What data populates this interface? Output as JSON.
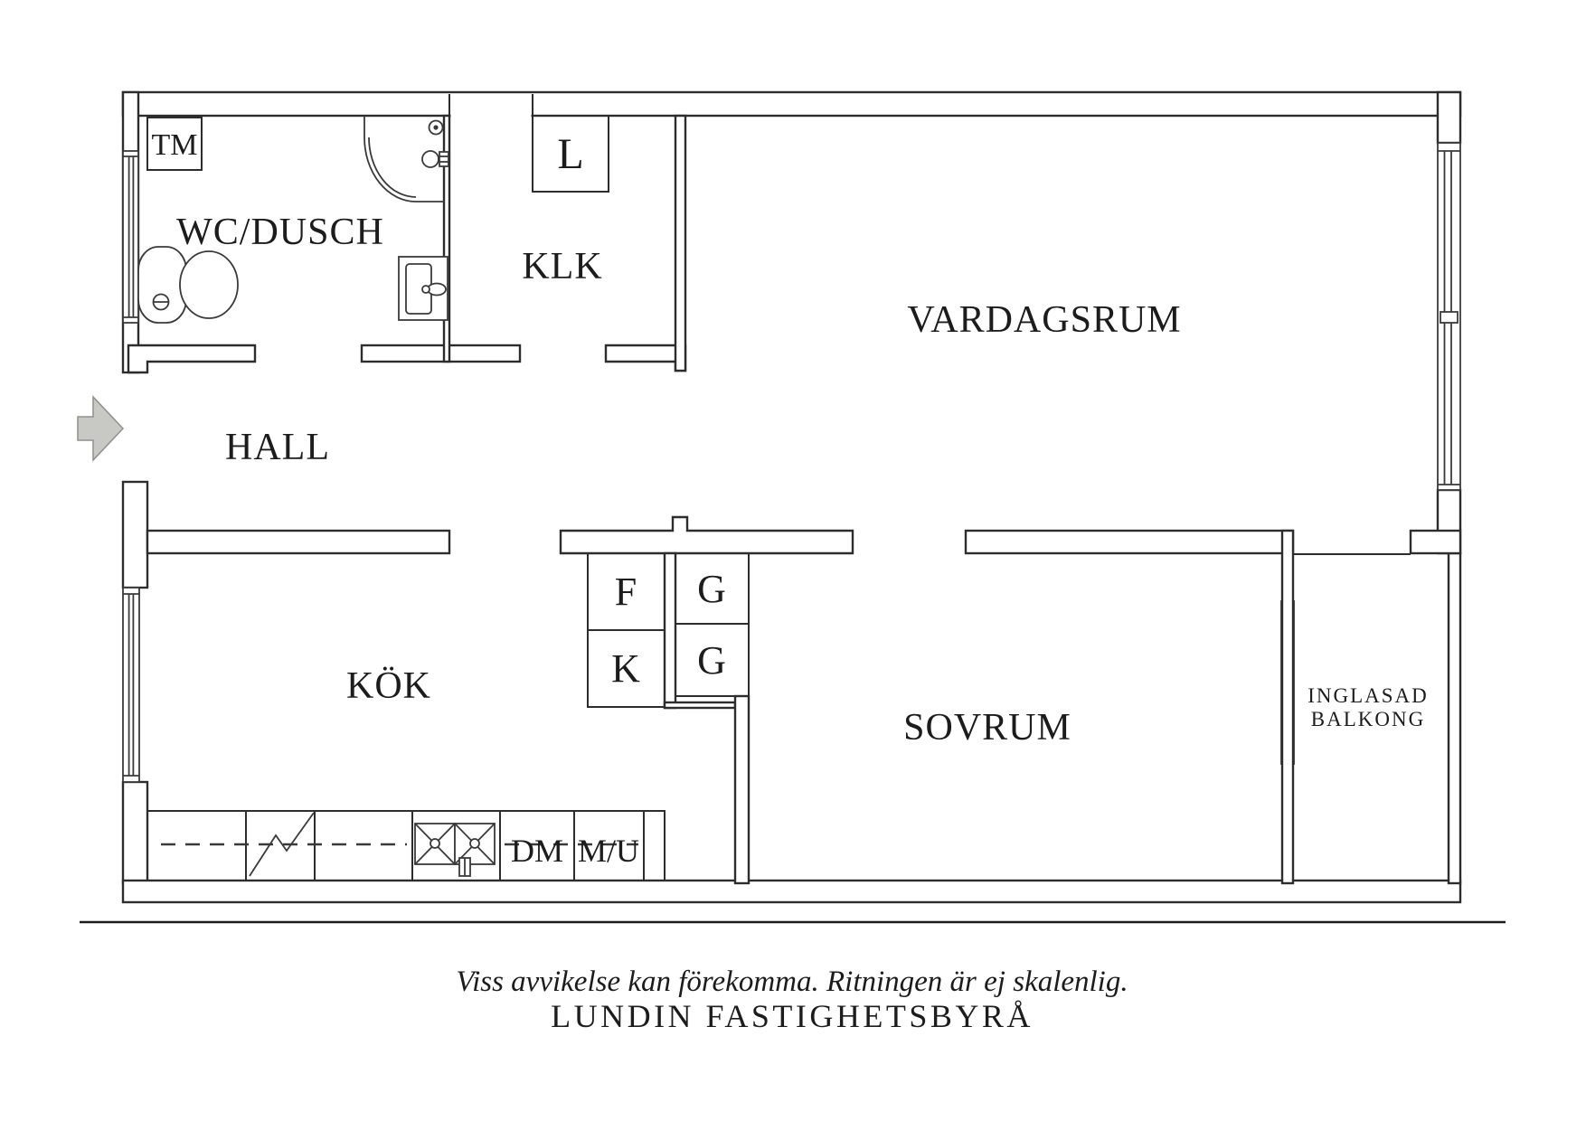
{
  "plan": {
    "rooms": {
      "wc_dusch": {
        "label": "WC/DUSCH"
      },
      "klk": {
        "label": "KLK"
      },
      "vardagsrum": {
        "label": "VARDAGSRUM"
      },
      "hall": {
        "label": "HALL"
      },
      "kok": {
        "label": "KÖK"
      },
      "sovrum": {
        "label": "SOVRUM"
      },
      "balkong": {
        "label_line1": "INGLASAD",
        "label_line2": "BALKONG"
      }
    },
    "closets": {
      "tm": {
        "label": "TM"
      },
      "l": {
        "label": "L"
      },
      "f": {
        "label": "F"
      },
      "k": {
        "label": "K"
      },
      "g1": {
        "label": "G"
      },
      "g2": {
        "label": "G"
      }
    },
    "appliances": {
      "dm": {
        "label": "DM"
      },
      "mu": {
        "label": "M/U"
      }
    },
    "icons": {
      "entrance_arrow": "entrance-arrow-icon",
      "shower": "shower-icon",
      "toilet": "toilet-icon",
      "basin": "basin-icon",
      "kitchen_sink": "kitchen-sink-icon",
      "stove_zigzag": "stove-icon"
    },
    "colors": {
      "line": "#2d2d2d",
      "arrow_fill": "#c8c8c4",
      "arrow_stroke": "#8f8f8b",
      "text": "#1c1c1c"
    }
  },
  "footer": {
    "disclaimer": "Viss avvikelse kan förekomma. Ritningen är ej skalenlig.",
    "brand": "LUNDIN FASTIGHETSBYRÅ"
  }
}
